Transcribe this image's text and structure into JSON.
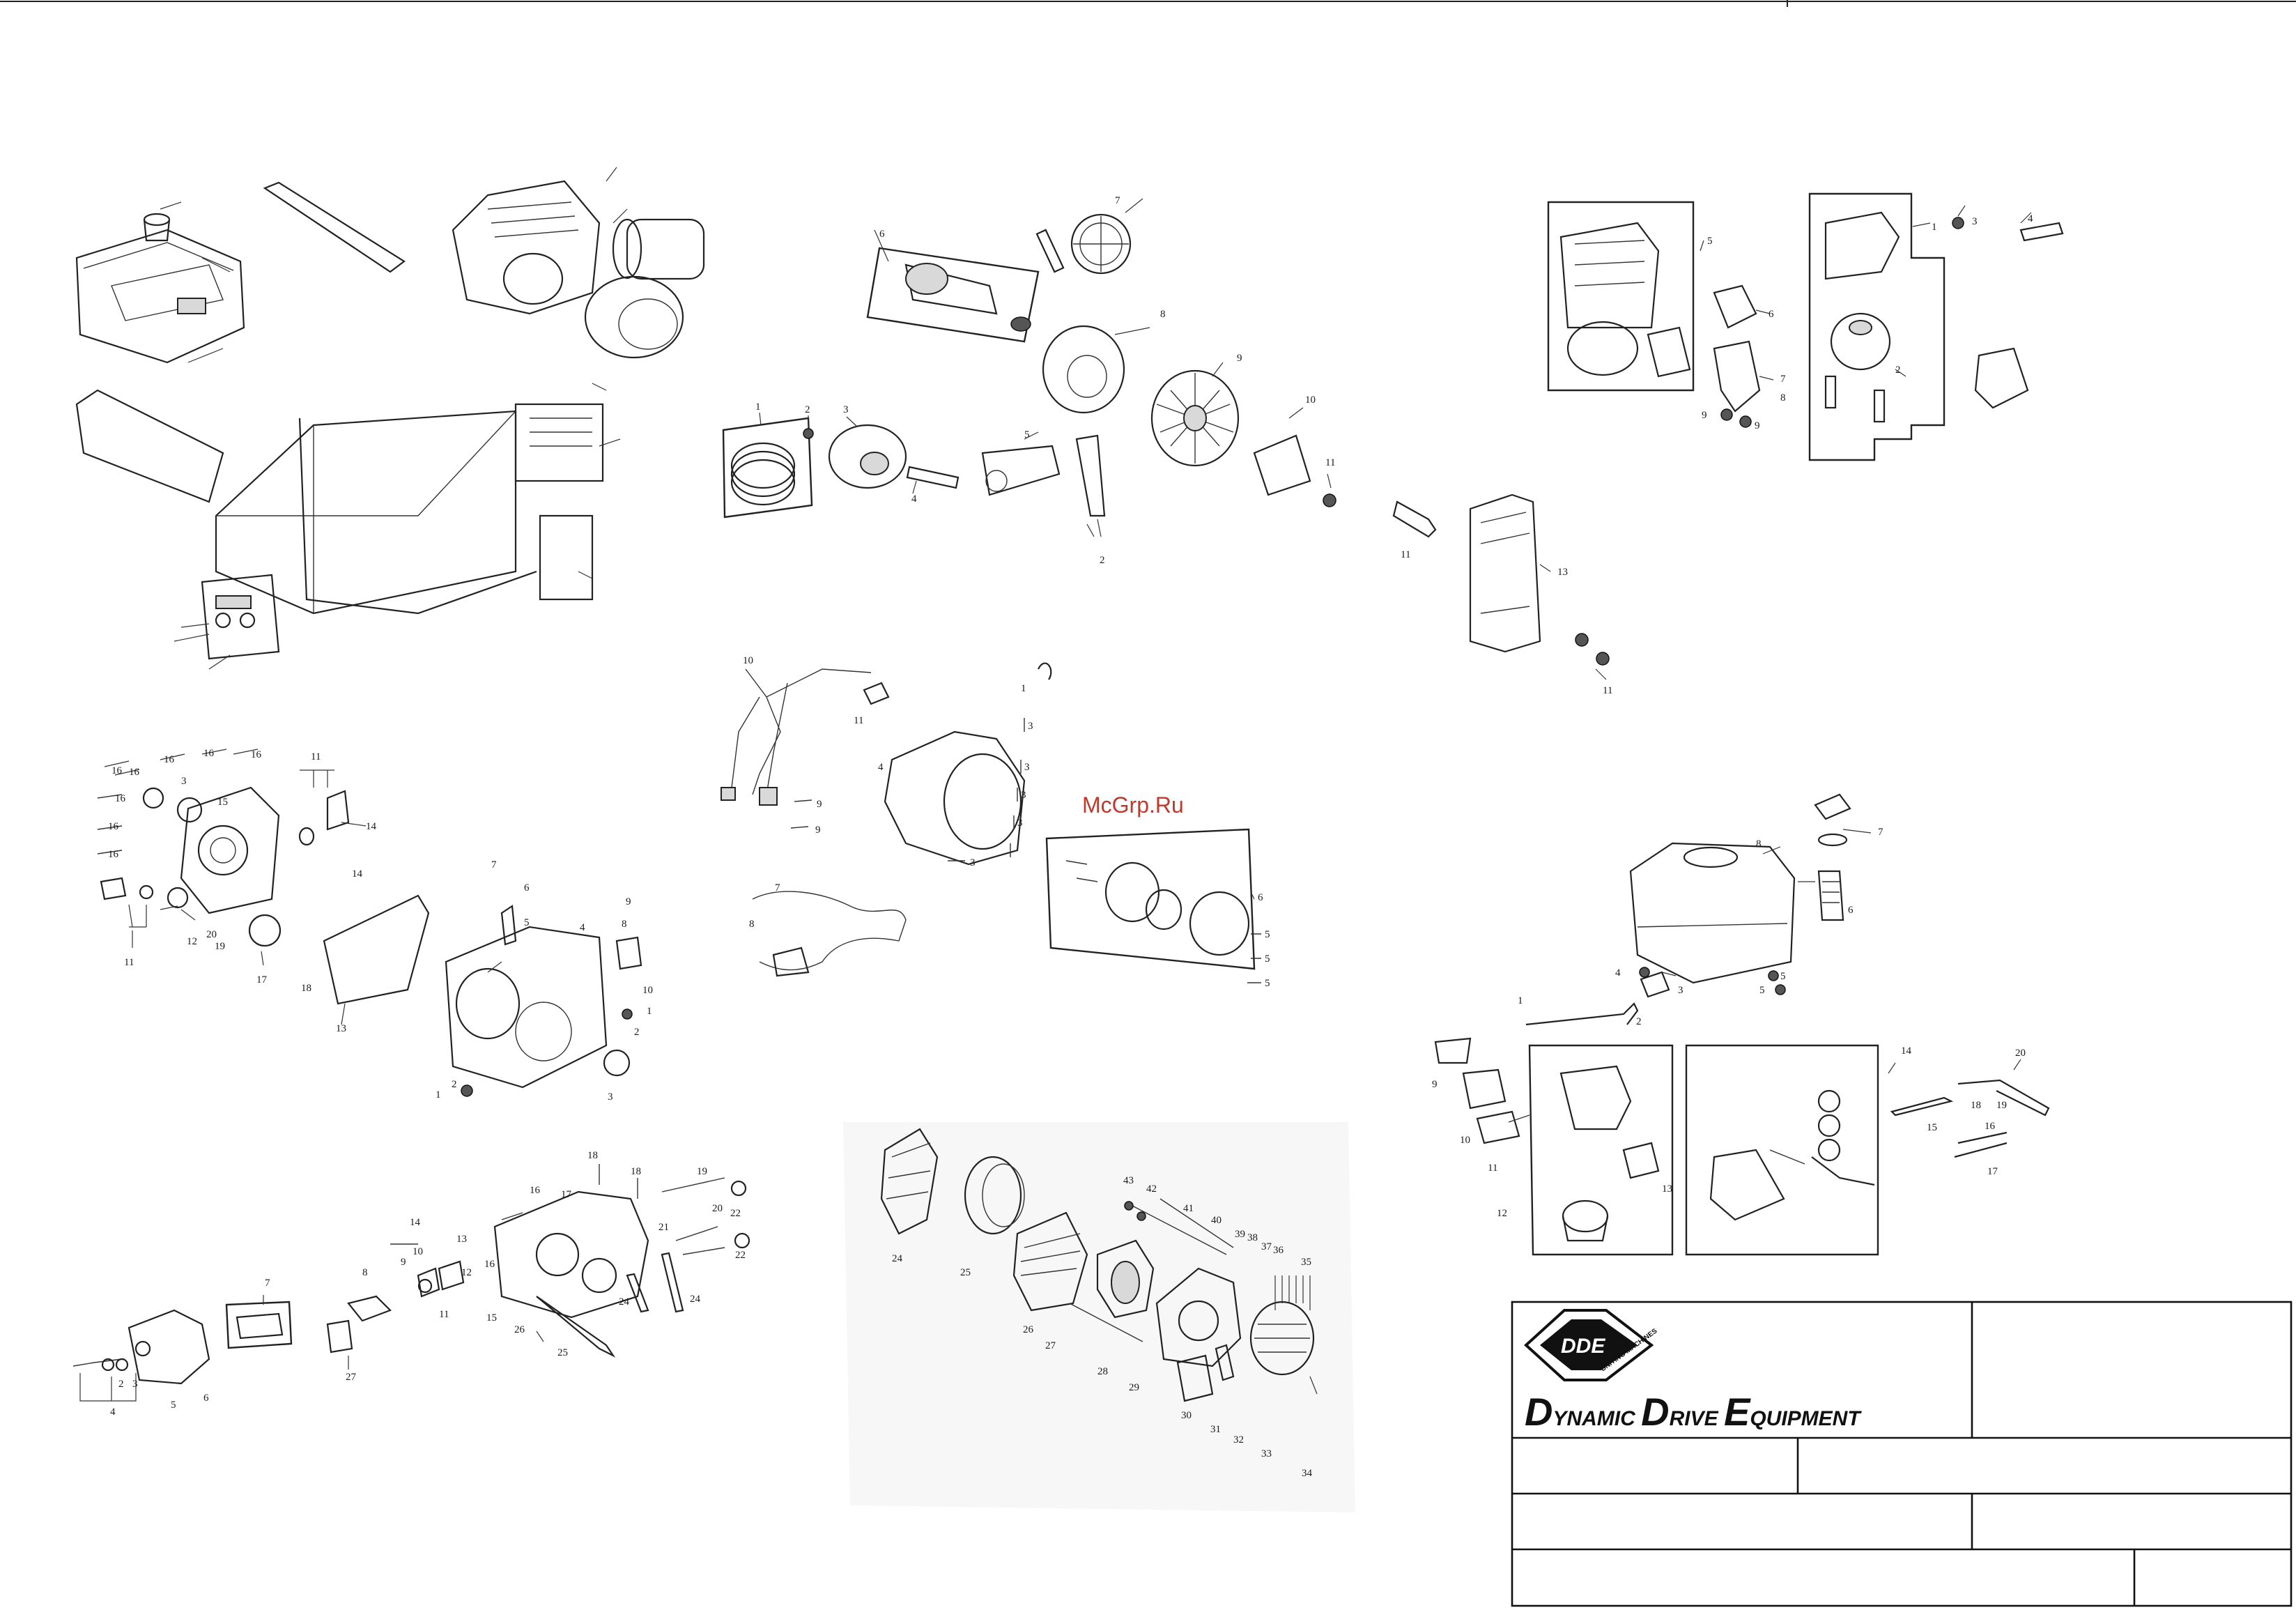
{
  "watermark": "McGrp.Ru",
  "brand": {
    "logo": "DDE",
    "logo_tagline": "UNITING MACHINES",
    "name_words": [
      {
        "initial": "D",
        "rest": "YNAMIC"
      },
      {
        "initial": "D",
        "rest": "RIVE"
      },
      {
        "initial": "E",
        "rest": "QUIPMENT"
      }
    ]
  },
  "groups": {
    "crank": {
      "labels": [
        "1",
        "2",
        "3",
        "4",
        "5",
        "2",
        "6",
        "7",
        "8",
        "9",
        "10",
        "11"
      ]
    },
    "airfilter": {
      "labels": [
        "5",
        "6",
        "7",
        "8",
        "9",
        "9",
        "1",
        "3",
        "4",
        "2",
        "11",
        "13",
        "11"
      ]
    },
    "crankcase": {
      "labels": [
        "16",
        "16",
        "16",
        "16",
        "16",
        "16",
        "16",
        "16",
        "3",
        "15",
        "11",
        "14",
        "14",
        "11",
        "12",
        "20",
        "19",
        "17",
        "18",
        "13",
        "7",
        "6",
        "5",
        "4",
        "9",
        "8",
        "10",
        "1",
        "2",
        "3",
        "1",
        "2"
      ]
    },
    "harness": {
      "labels": [
        "10",
        "11",
        "1",
        "9",
        "9",
        "4",
        "3",
        "3",
        "3",
        "3",
        "3",
        "7",
        "8",
        "6",
        "5",
        "5",
        "5"
      ]
    },
    "fueltank": {
      "labels": [
        "7",
        "8",
        "6",
        "4",
        "3",
        "5",
        "5",
        "1",
        "2",
        "9",
        "10",
        "11",
        "12",
        "13",
        "14",
        "15",
        "20",
        "18",
        "19",
        "16",
        "17"
      ]
    },
    "cylinderhead": {
      "labels": [
        "18",
        "18",
        "19",
        "16",
        "17",
        "20",
        "22",
        "21",
        "22",
        "14",
        "13",
        "10",
        "9",
        "12",
        "11",
        "16",
        "15",
        "26",
        "25",
        "24",
        "24",
        "7",
        "8",
        "27",
        "4",
        "2",
        "3",
        "5",
        "6"
      ]
    },
    "alternator": {
      "labels": [
        "24",
        "25",
        "26",
        "27",
        "28",
        "29",
        "30",
        "31",
        "32",
        "33",
        "34",
        "35",
        "36",
        "37",
        "38",
        "39",
        "40",
        "41",
        "42",
        "43"
      ]
    }
  }
}
